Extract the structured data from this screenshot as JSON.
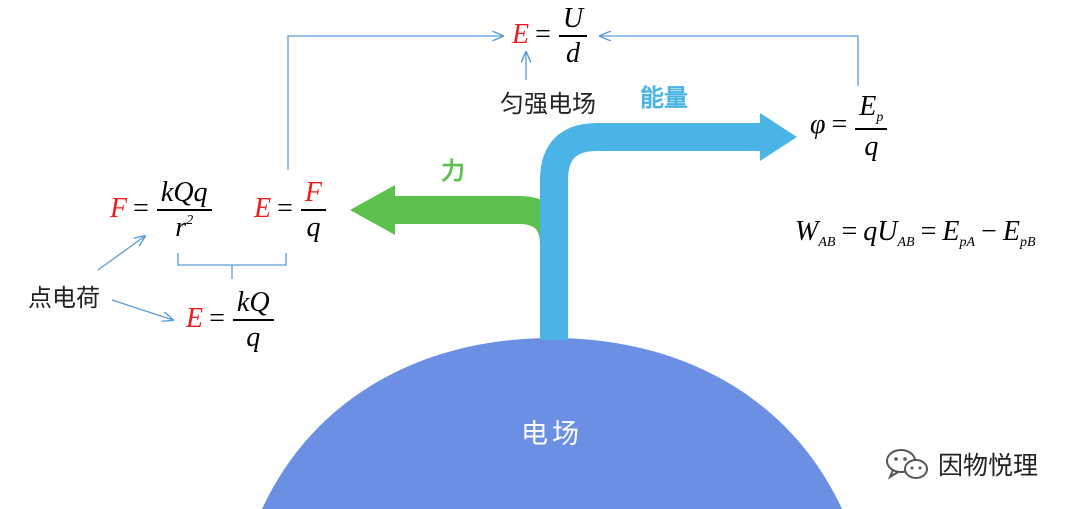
{
  "labels": {
    "point_charge": "点电荷",
    "uniform_field": "匀强电场",
    "force": "力",
    "energy": "能量",
    "field": "电场",
    "watermark": "因物悦理"
  },
  "colors": {
    "field_blue": "#6a8fe3",
    "energy_blue": "#4bb4e6",
    "force_green": "#5cc04c",
    "connector_blue": "#5b9bd5",
    "red_symbol": "#ee1c1c"
  },
  "formulas": {
    "coulomb": {
      "lhs": "F",
      "num": "kQq",
      "den": "r",
      "den_sup": "2"
    },
    "point_field": {
      "lhs": "E",
      "num": "kQ",
      "den": "q"
    },
    "def_field": {
      "lhs": "E",
      "num": "F",
      "den": "q"
    },
    "uniform_field": {
      "lhs": "E",
      "num": "U",
      "den": "d"
    },
    "potential": {
      "lhs": "φ",
      "num": "E",
      "num_sub": "p",
      "den": "q"
    },
    "work": {
      "w": "W",
      "w_sub": "AB",
      "q": "q",
      "u": "U",
      "u_sub": "AB",
      "e1": "E",
      "e1_sub": "pA",
      "e2": "E",
      "e2_sub": "pB"
    },
    "equals": "=",
    "minus": "−"
  }
}
